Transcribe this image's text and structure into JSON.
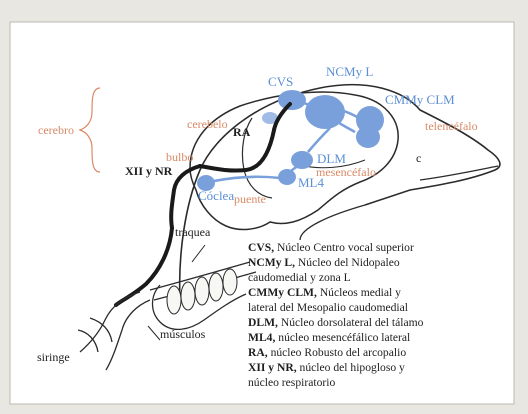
{
  "labels": {
    "cerebro": "cerebro",
    "cerebelo": "cerebelo",
    "bulbo": "bulbo",
    "telencefalo": "telencéfalo",
    "mesencefalo": "mesencéfalo",
    "puente": "puente",
    "c_letter": "c",
    "cvs": "CVS",
    "ncmyl": "NCMy L",
    "cmmycLm": "CMMy CLM",
    "dlm": "DLM",
    "ml4": "ML4",
    "coclea": "Cóclea",
    "ra": "RA",
    "xii_nr": "XII y NR",
    "traquea": "traquea",
    "musculos": "músculos",
    "siringe": "siringe"
  },
  "legend": [
    {
      "abbr": "CVS,",
      "text": "Núcleo Centro vocal superior"
    },
    {
      "abbr": "NCMy L,",
      "text": "Núcleo del Nidopaleo"
    },
    {
      "abbr": "",
      "text": "caudomedial y zona L"
    },
    {
      "abbr": "CMMy CLM,",
      "text": "Núcleos medial y"
    },
    {
      "abbr": "",
      "text": "lateral del Mesopalio caudomedial"
    },
    {
      "abbr": "DLM,",
      "text": "Núcleo dorsolateral del tálamo"
    },
    {
      "abbr": "ML4,",
      "text": "núcleo mesencéfálico lateral"
    },
    {
      "abbr": "RA,",
      "text": "núcleo Robusto del arcopalio"
    },
    {
      "abbr": "XII y NR,",
      "text": "núcleo del hipogloso y"
    },
    {
      "abbr": "",
      "text": "núcleo respiratorio"
    }
  ],
  "colors": {
    "background": "#e9e7e1",
    "frame": "#ffffff",
    "orange_text": "#d98a66",
    "blue_nuclei": "#7aa0db",
    "pathway_black": "#1a1a1a",
    "outline": "#2b2b2b"
  }
}
